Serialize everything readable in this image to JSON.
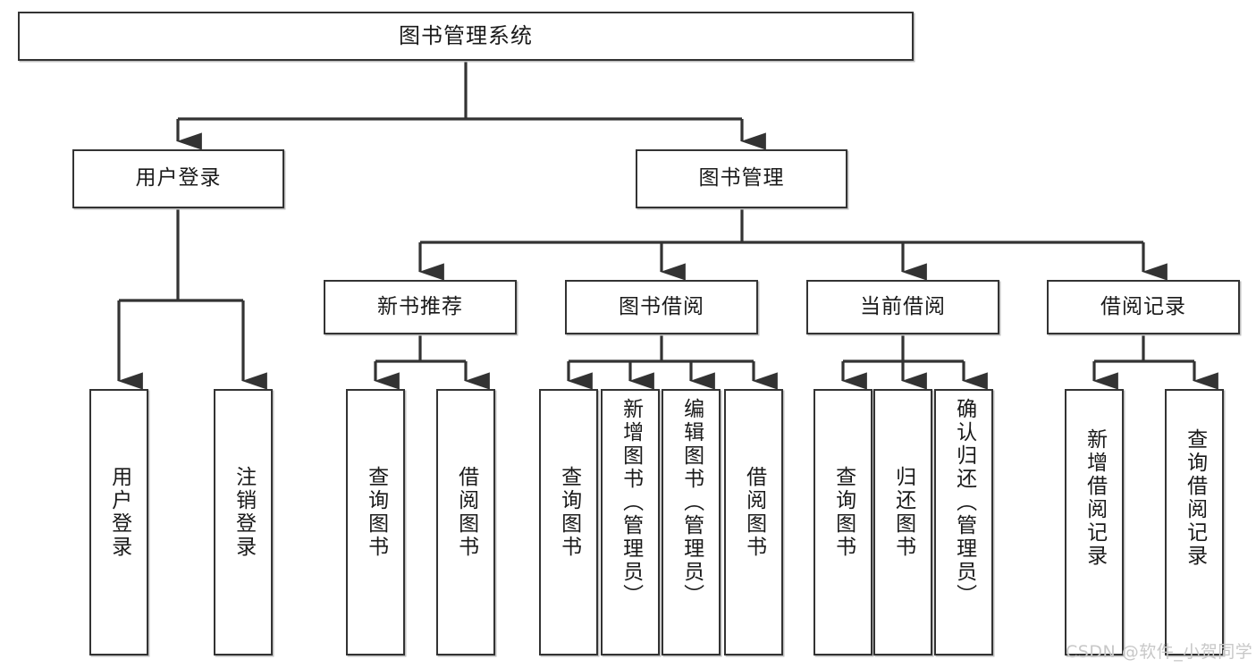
{
  "diagram": {
    "title": "图书管理系统",
    "type": "tree-hierarchy-chart",
    "orientation": "top-down",
    "watermark": "CSDN @软件_小贺同学",
    "colors": {
      "border": "#333333",
      "background": "#ffffff",
      "text": "#1a1a1a",
      "watermark": "#c8c8c8"
    },
    "levels": {
      "level1": [
        "图书管理系统"
      ],
      "level2": [
        "用户登录",
        "图书管理"
      ],
      "level3": [
        "新书推荐",
        "图书借阅",
        "当前借阅",
        "借阅记录"
      ],
      "level4": [
        "用户登录",
        "注销登录",
        "查询图书",
        "借阅图书",
        "查询图书",
        "新增图书（管理员）",
        "编辑图书（管理员）",
        "借阅图书",
        "查询图书",
        "归还图书",
        "确认归还（管理员）",
        "新增借阅记录",
        "查询借阅记录"
      ]
    },
    "nodes": {
      "root": {
        "label": "图书管理系统"
      },
      "user_login": {
        "label": "用户登录"
      },
      "book_manage": {
        "label": "图书管理"
      },
      "new_book_rec": {
        "label": "新书推荐"
      },
      "book_borrow": {
        "label": "图书借阅"
      },
      "current_borrow": {
        "label": "当前借阅"
      },
      "borrow_record": {
        "label": "借阅记录"
      },
      "leaf_user_login": {
        "label": "用户登录"
      },
      "leaf_logout": {
        "label": "注销登录"
      },
      "leaf_query_book_1": {
        "label": "查询图书"
      },
      "leaf_borrow_book_1": {
        "label": "借阅图书"
      },
      "leaf_query_book_2": {
        "label": "查询图书"
      },
      "leaf_add_book_admin": {
        "label": "新增图书（管理员）"
      },
      "leaf_edit_book_admin": {
        "label": "编辑图书（管理员）"
      },
      "leaf_borrow_book_2": {
        "label": "借阅图书"
      },
      "leaf_query_book_3": {
        "label": "查询图书"
      },
      "leaf_return_book": {
        "label": "归还图书"
      },
      "leaf_confirm_return_admin": {
        "label": "确认归还（管理员）"
      },
      "leaf_add_borrow_record": {
        "label": "新增借阅记录"
      },
      "leaf_query_borrow_record": {
        "label": "查询借阅记录"
      }
    },
    "edges": [
      {
        "from": "root",
        "to": "user_login"
      },
      {
        "from": "root",
        "to": "book_manage"
      },
      {
        "from": "user_login",
        "to": "leaf_user_login"
      },
      {
        "from": "user_login",
        "to": "leaf_logout"
      },
      {
        "from": "book_manage",
        "to": "new_book_rec"
      },
      {
        "from": "book_manage",
        "to": "book_borrow"
      },
      {
        "from": "book_manage",
        "to": "current_borrow"
      },
      {
        "from": "book_manage",
        "to": "borrow_record"
      },
      {
        "from": "new_book_rec",
        "to": "leaf_query_book_1"
      },
      {
        "from": "new_book_rec",
        "to": "leaf_borrow_book_1"
      },
      {
        "from": "book_borrow",
        "to": "leaf_query_book_2"
      },
      {
        "from": "book_borrow",
        "to": "leaf_add_book_admin"
      },
      {
        "from": "book_borrow",
        "to": "leaf_edit_book_admin"
      },
      {
        "from": "book_borrow",
        "to": "leaf_borrow_book_2"
      },
      {
        "from": "current_borrow",
        "to": "leaf_query_book_3"
      },
      {
        "from": "current_borrow",
        "to": "leaf_return_book"
      },
      {
        "from": "current_borrow",
        "to": "leaf_confirm_return_admin"
      },
      {
        "from": "borrow_record",
        "to": "leaf_add_borrow_record"
      },
      {
        "from": "borrow_record",
        "to": "leaf_query_borrow_record"
      }
    ]
  }
}
